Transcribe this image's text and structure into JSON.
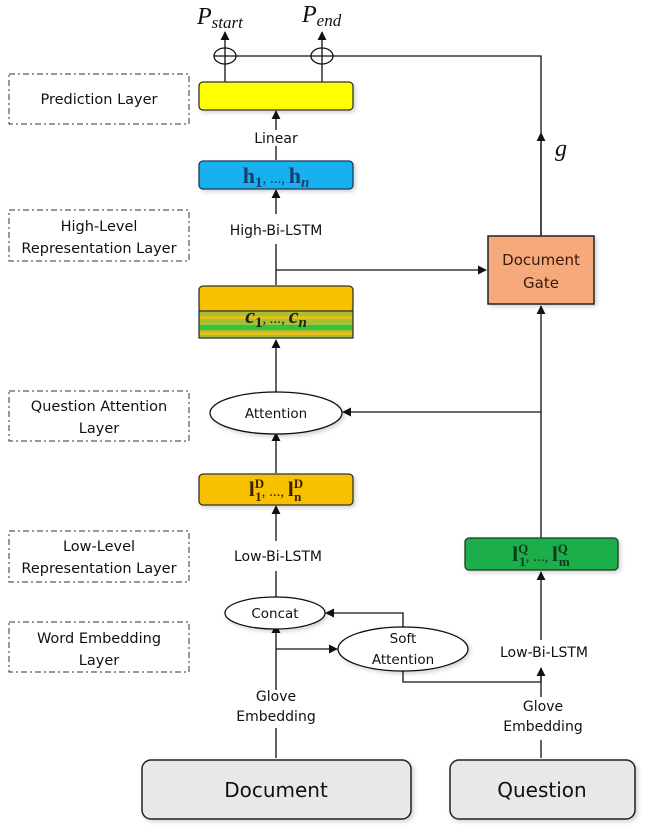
{
  "colors": {
    "prediction_box": "#ffff00",
    "hidden_box": "#13b1ee",
    "context_box_top": "#f7c100",
    "context_box_bottom": "#9fbd3a",
    "context_stripe": "#27c13a",
    "lowlevel_doc_box": "#f7c100",
    "lowlevel_q_box": "#1fae4b",
    "document_gate": "#f6aa7c",
    "input_box": "#e8e8e8",
    "stroke": "#111111"
  },
  "outputs": {
    "p_start": {
      "base": "P",
      "sub": "start"
    },
    "p_end": {
      "base": "P",
      "sub": "end"
    },
    "gate_signal": "g"
  },
  "layers": [
    {
      "line1": "Prediction Layer",
      "line2": ""
    },
    {
      "line1": "High-Level",
      "line2": "Representation Layer"
    },
    {
      "line1": "Question Attention",
      "line2": "Layer"
    },
    {
      "line1": "Low-Level",
      "line2": "Representation Layer"
    },
    {
      "line1": "Word Embedding",
      "line2": "Layer"
    }
  ],
  "edge_labels": {
    "linear": "Linear",
    "high_bilstm": "High-Bi-LSTM",
    "low_bilstm_doc": "Low-Bi-LSTM",
    "low_bilstm_q": "Low-Bi-LSTM",
    "glove_doc": [
      "Glove",
      "Embedding"
    ],
    "glove_q": [
      "Glove",
      "Embedding"
    ]
  },
  "nodes": {
    "hidden": {
      "first": "h",
      "first_sub": "1",
      "sep": ", ..., ",
      "last": "h",
      "last_sub": "n"
    },
    "context": {
      "first": "c",
      "first_sub": "1",
      "sep": ", ..., ",
      "last": "c",
      "last_sub": "n"
    },
    "doc_low": {
      "first": "l",
      "first_sub": "1",
      "first_sup": "D",
      "sep": ", ..., ",
      "last": "l",
      "last_sub": "n",
      "last_sup": "D"
    },
    "q_low": {
      "first": "l",
      "first_sub": "1",
      "first_sup": "Q",
      "sep": ", ..., ",
      "last": "l",
      "last_sub": "m",
      "last_sup": "Q"
    },
    "attention": "Attention",
    "concat": "Concat",
    "soft_attention": [
      "Soft",
      "Attention"
    ],
    "document_gate": [
      "Document",
      "Gate"
    ],
    "document_input": "Document",
    "question_input": "Question"
  }
}
